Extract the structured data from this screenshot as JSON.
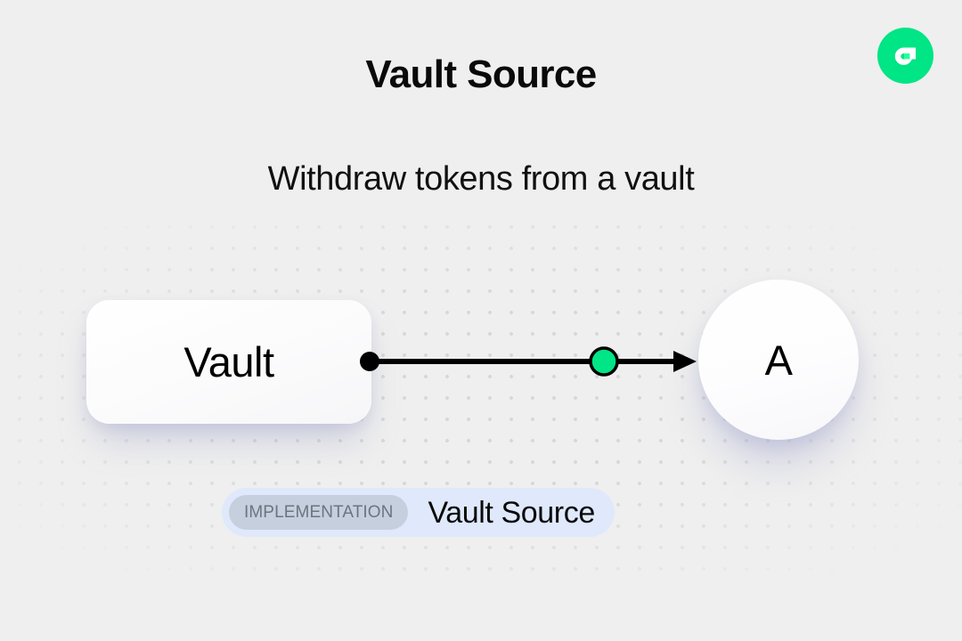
{
  "header": {
    "title": "Vault Source",
    "subtitle": "Withdraw tokens from a vault"
  },
  "brand": {
    "logo_icon": "flow-logo-icon",
    "logo_color": "#00e585",
    "logo_mark_color": "#ffffff"
  },
  "diagram": {
    "source_node": {
      "label": "Vault",
      "shape": "rounded-rectangle",
      "fill": "#ffffff"
    },
    "target_node": {
      "label": "A",
      "shape": "circle",
      "fill": "#ffffff"
    },
    "edge": {
      "start_handle_color": "#000000",
      "midpoint_color": "#00e585",
      "line_color": "#000000",
      "arrow_color": "#000000",
      "direction": "left-to-right"
    },
    "background": {
      "color": "#efefef",
      "pattern": "dot-grid",
      "dot_color": "#d8d8d8"
    }
  },
  "badge": {
    "tag_label": "IMPLEMENTATION",
    "name": "Vault Source",
    "container_color": "#dfe9fb",
    "tag_color": "#c6cfdd",
    "tag_text_color": "#6d7480"
  }
}
